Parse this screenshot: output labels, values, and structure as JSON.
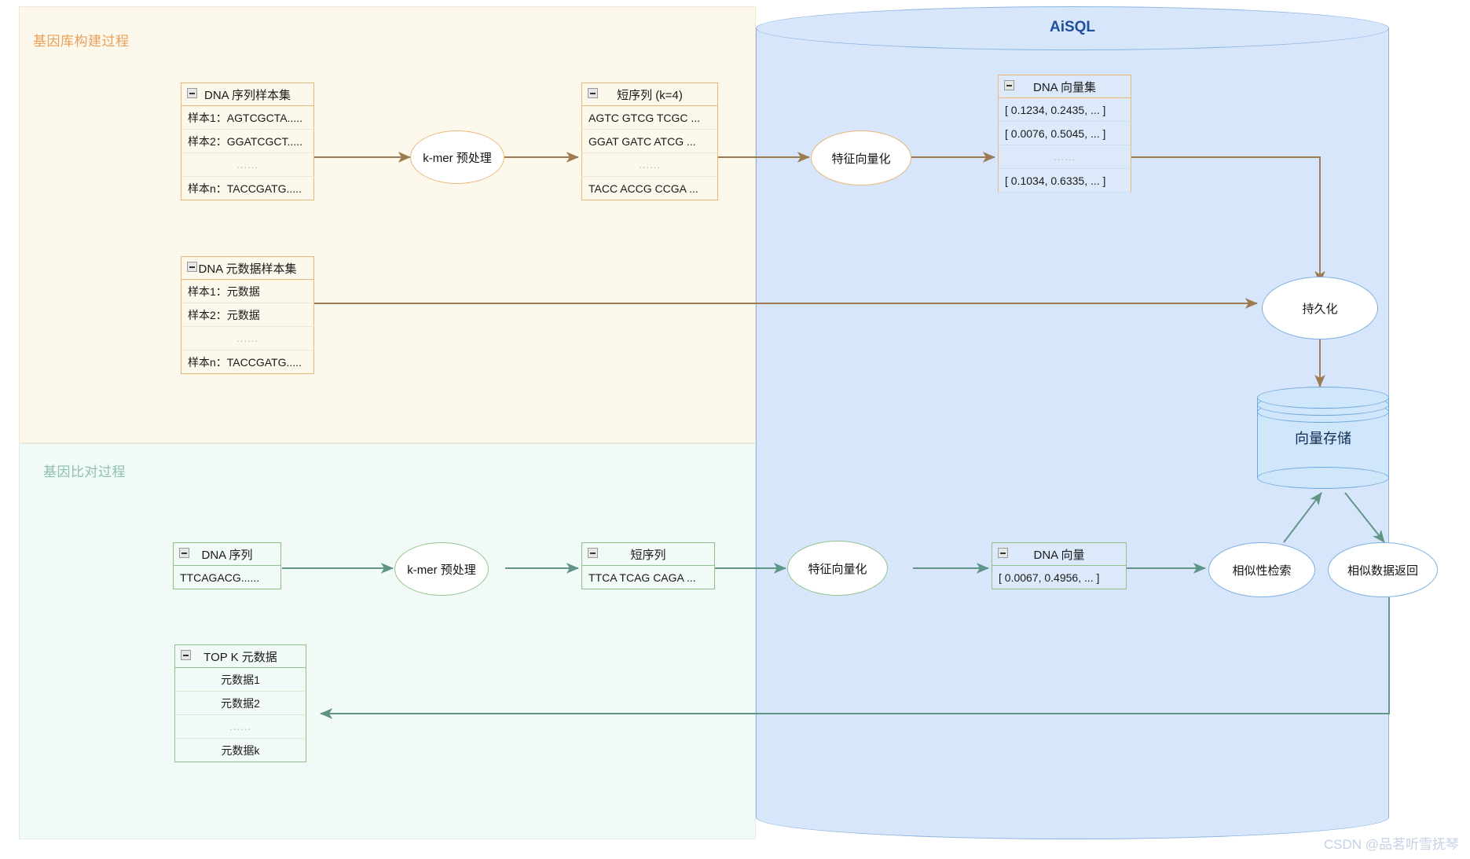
{
  "diagram": {
    "title_build_lane": "基因库构建过程",
    "title_compare_lane": "基因比对过程",
    "aisql_label": "AiSQL",
    "watermark": "CSDN @品茗听雪抚琴"
  },
  "build": {
    "dna_seq_samples": {
      "header": "DNA 序列样本集",
      "rows": [
        "样本1：AGTCGCTA.....",
        "样本2：GGATCGCT.....",
        "......",
        "样本n：TACCGATG....."
      ]
    },
    "kmer_node": "k-mer 预处理",
    "short_seq": {
      "header": "短序列 (k=4)",
      "rows": [
        "AGTC GTCG TCGC ...",
        "GGAT GATC ATCG ...",
        "......",
        "TACC ACCG CCGA ..."
      ]
    },
    "vectorize_node": "特征向量化",
    "dna_vector_set": {
      "header": "DNA 向量集",
      "rows": [
        "[ 0.1234, 0.2435, ... ]",
        "[ 0.0076, 0.5045, ... ]",
        "......",
        "[ 0.1034, 0.6335, ... ]"
      ]
    },
    "dna_meta_samples": {
      "header": "DNA 元数据样本集",
      "rows": [
        "样本1：元数据",
        "样本2：元数据",
        "......",
        "样本n：TACCGATG....."
      ]
    },
    "persist_node": "持久化",
    "vector_store": "向量存储"
  },
  "compare": {
    "dna_seq": {
      "header": "DNA 序列",
      "rows": [
        "TTCAGACG......"
      ]
    },
    "kmer_node": "k-mer 预处理",
    "short_seq": {
      "header": "短序列",
      "rows": [
        "TTCA TCAG CAGA ..."
      ]
    },
    "vectorize_node": "特征向量化",
    "dna_vector": {
      "header": "DNA 向量",
      "rows": [
        "[ 0.0067, 0.4956, ... ]"
      ]
    },
    "similarity_search_node": "相似性检索",
    "similarity_return_node": "相似数据返回",
    "topk_meta": {
      "header": "TOP K 元数据",
      "rows": [
        "元数据1",
        "元数据2",
        "......",
        "元数据k"
      ]
    }
  },
  "colors": {
    "build_lane_bg": "#fdf8ec",
    "build_accent": "#e8a05a",
    "compare_lane_bg": "#f1faf6",
    "compare_accent": "#8fbfb0",
    "aisql_bg": "#d7e6fa",
    "aisql_border": "#8cb4e2",
    "aisql_text": "#1f4e9c",
    "arrow_brown": "#9c7a52",
    "arrow_green": "#5f9487",
    "store_fill": "#cfe6fb"
  }
}
